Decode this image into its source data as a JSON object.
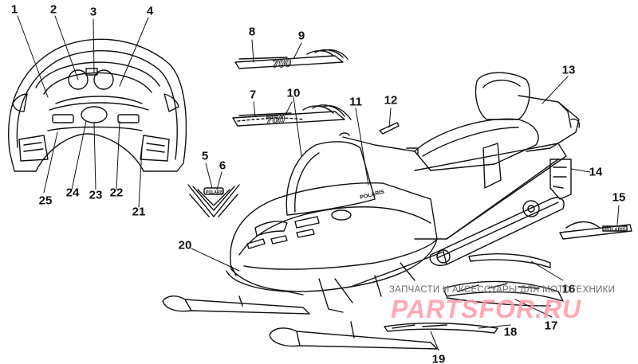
{
  "callouts": [
    "1",
    "2",
    "3",
    "4",
    "5",
    "6",
    "7",
    "8",
    "9",
    "10",
    "11",
    "12",
    "13",
    "14",
    "15",
    "16",
    "17",
    "18",
    "19",
    "20",
    "21",
    "22",
    "23",
    "24",
    "25"
  ],
  "decal_texts": {
    "model": "700",
    "brand": "POLARIS"
  },
  "watermark": {
    "subtitle": "ЗАПЧАСТИ И АКСЕССУАРЫ ДЛЯ МОТОТЕХНИКИ",
    "logo": "PARTSFOR.RU"
  },
  "colors": {
    "line": "#111111",
    "watermark": "#ff9aa6"
  }
}
